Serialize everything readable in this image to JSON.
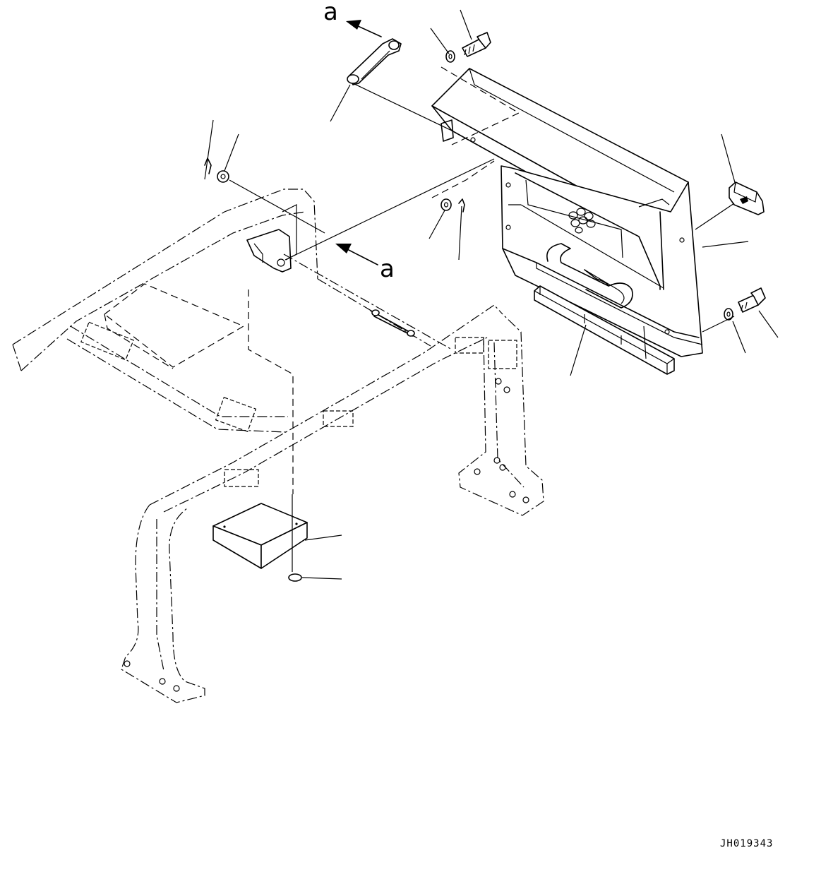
{
  "figure": {
    "view_labels": [
      "a",
      "a"
    ],
    "drawing_code": "JH019343"
  }
}
